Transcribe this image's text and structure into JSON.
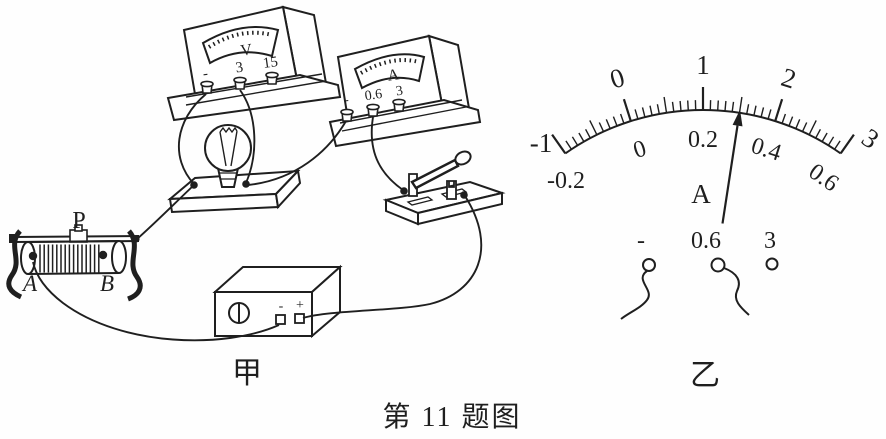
{
  "caption": "第 11 题图",
  "panel_jia": {
    "label": "甲",
    "voltmeter": {
      "unit": "V",
      "terminals": [
        "-",
        "3",
        "15"
      ]
    },
    "ammeter": {
      "unit": "A",
      "terminals": [
        "-",
        "0.6",
        "3"
      ]
    },
    "rheostat": {
      "slider": "P",
      "left_terminal": "A",
      "right_terminal": "B"
    },
    "power_supply": {
      "negative": "-",
      "positive": "+"
    }
  },
  "panel_yi": {
    "label": "乙",
    "unit": "A",
    "terminals": [
      "-",
      "0.6",
      "3"
    ],
    "scale": {
      "outer_min": -1,
      "outer_max": 3,
      "minor_step": 0.1,
      "outer_labels": [
        "-1",
        "0",
        "1",
        "2",
        "3"
      ],
      "outer_label_values": [
        -1,
        0,
        1,
        2,
        3
      ],
      "inner_labels": [
        "-0.2",
        "0",
        "0.2",
        "0.4",
        "0.6"
      ],
      "inner_label_values": [
        -1,
        0,
        1,
        2,
        3
      ],
      "needle_value_outer": 1.5
    }
  }
}
